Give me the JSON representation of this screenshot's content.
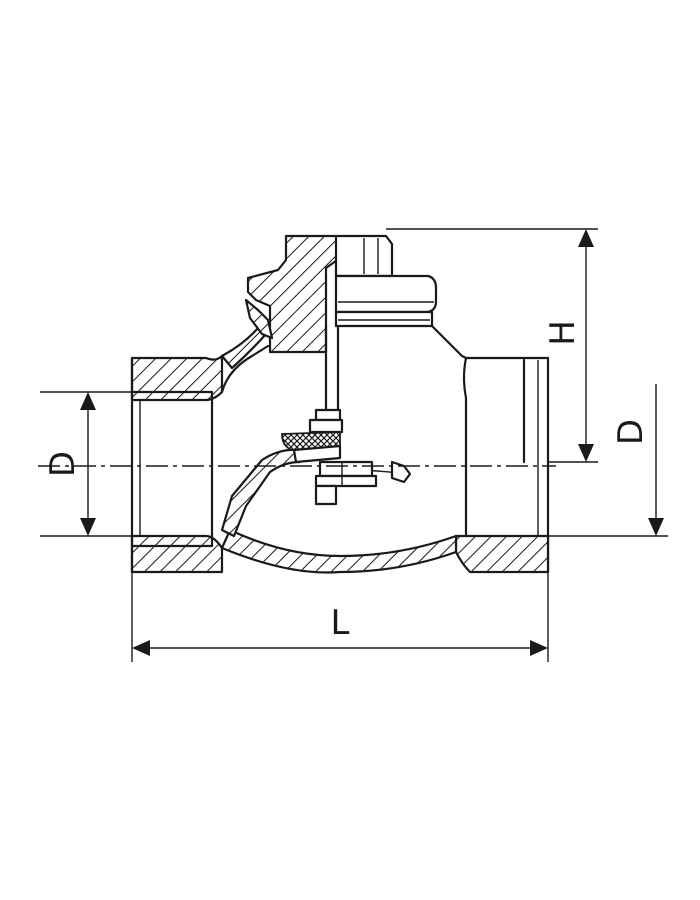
{
  "diagram": {
    "labels": {
      "length": "L",
      "height": "H",
      "diameter_left": "D",
      "diameter_right": "D"
    }
  }
}
